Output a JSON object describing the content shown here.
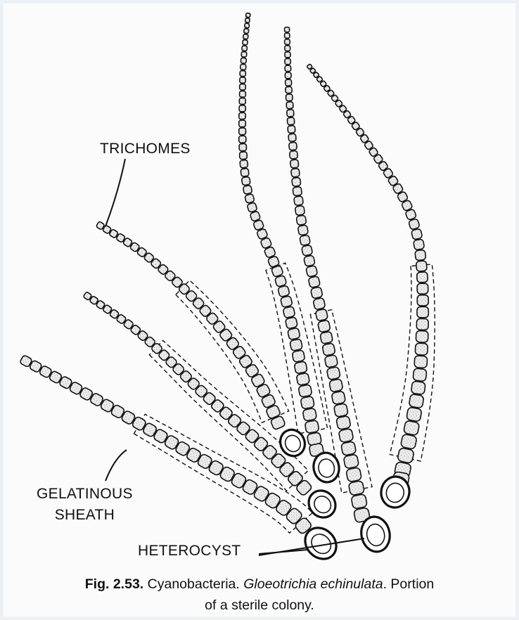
{
  "labels": {
    "trichomes": "TRICHOMES",
    "gelatinous_line1": "GELATINOUS",
    "gelatinous_line2": "SHEATH",
    "heterocyst": "HETEROCYST"
  },
  "caption": {
    "fig_number": "Fig. 2.53.",
    "part1": " Cyanobacteria. ",
    "species": "Gloeotrichia echinulata",
    "part2": ". Portion",
    "line2": "of a sterile colony."
  },
  "colors": {
    "ink": "#111111",
    "cell_fill": "#e6e6e6",
    "background": "#fbfbfb",
    "frame": "#eef1f3"
  }
}
